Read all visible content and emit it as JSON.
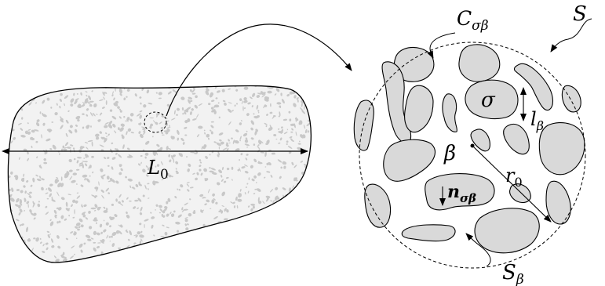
{
  "diagram": {
    "labels": {
      "L": "L",
      "L_sub": "0",
      "C": "C",
      "C_sub": "σβ",
      "S": "S",
      "S_beta": "S",
      "S_beta_sub": "β",
      "sigma": "σ",
      "beta": "β",
      "l": "l",
      "l_sub": "β",
      "r": "r",
      "r_sub": "0",
      "n": "n",
      "n_sub": "σβ"
    },
    "colors": {
      "grain_fill": "#d9d9d9",
      "stroke": "#000000",
      "speckle": "#c8c8c8"
    }
  }
}
